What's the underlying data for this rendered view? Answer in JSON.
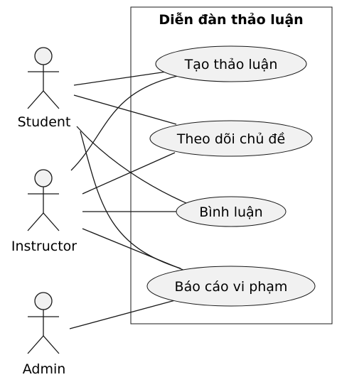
{
  "boundary": {
    "title": "Diễn đàn thảo luận"
  },
  "actors": [
    {
      "id": "student",
      "name": "Student"
    },
    {
      "id": "instructor",
      "name": "Instructor"
    },
    {
      "id": "admin",
      "name": "Admin"
    }
  ],
  "usecases": [
    {
      "id": "create",
      "label": "Tạo thảo luận"
    },
    {
      "id": "follow",
      "label": "Theo dõi chủ đề"
    },
    {
      "id": "comment",
      "label": "Bình luận"
    },
    {
      "id": "report",
      "label": "Báo cáo vi phạm"
    }
  ],
  "associations": [
    {
      "from": "student",
      "to": "create"
    },
    {
      "from": "student",
      "to": "follow"
    },
    {
      "from": "student",
      "to": "comment"
    },
    {
      "from": "student",
      "to": "report"
    },
    {
      "from": "instructor",
      "to": "create"
    },
    {
      "from": "instructor",
      "to": "follow"
    },
    {
      "from": "instructor",
      "to": "comment"
    },
    {
      "from": "instructor",
      "to": "report"
    },
    {
      "from": "admin",
      "to": "report"
    }
  ]
}
